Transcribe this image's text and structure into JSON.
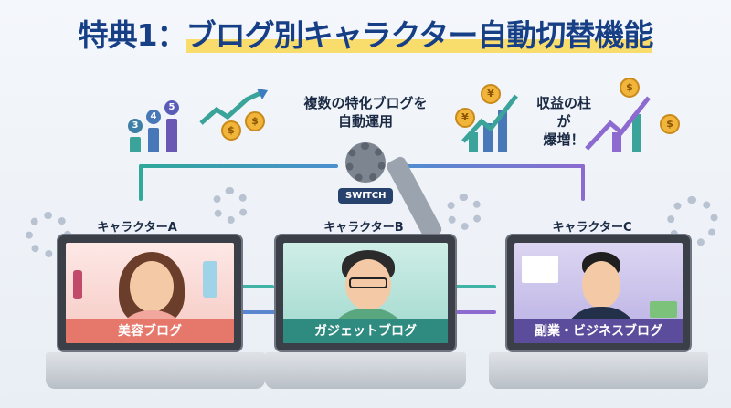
{
  "title": {
    "prefix": "特典1：",
    "main": "ブログ別キャラクター自動切替機能"
  },
  "captions": {
    "center_line1": "複数の特化ブログを",
    "center_line2": "自動運用",
    "right_line1": "収益の柱が",
    "right_line2": "爆増！"
  },
  "ranking_numbers": [
    "3",
    "4",
    "5"
  ],
  "coin_symbols": {
    "yen": "¥",
    "dollar": "$"
  },
  "switch_label": "SWITCH",
  "characters": [
    {
      "label": "キャラクターA",
      "blog": "美容ブログ",
      "color": "#e5786b"
    },
    {
      "label": "キャラクターB",
      "blog": "ガジェットブログ",
      "color": "#2f8b80"
    },
    {
      "label": "キャラクターC",
      "blog": "副業・ビジネスブログ",
      "color": "#5b4c9c"
    }
  ],
  "colors": {
    "title": "#173f86",
    "highlight": "#f8dc6c"
  }
}
